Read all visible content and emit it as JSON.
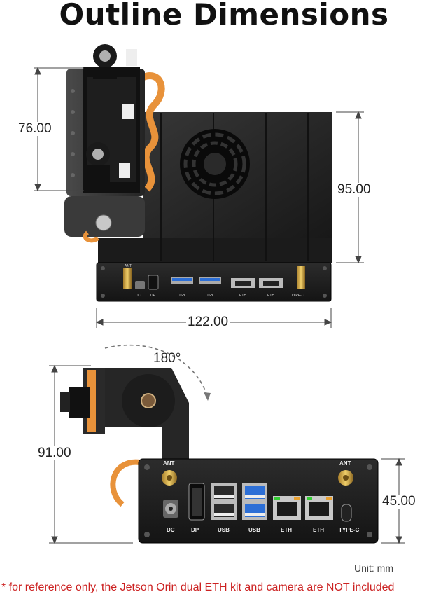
{
  "title": "Outline Dimensions",
  "dimensions": {
    "top_height_bracket": "76.00",
    "top_height_box": "95.00",
    "top_width": "122.00",
    "rotation": "180°",
    "bottom_height_total": "91.00",
    "bottom_height_box": "45.00"
  },
  "ports_top": [
    "ANT",
    "DC",
    "DP",
    "USB",
    "USB",
    "ETH",
    "ETH",
    "TYPE-C"
  ],
  "ports_bottom": {
    "ant_left": "ANT",
    "ant_right": "ANT",
    "dc": "DC",
    "dp": "DP",
    "usb1": "USB",
    "usb2": "USB",
    "eth1": "ETH",
    "eth2": "ETH",
    "typec": "TYPE-C"
  },
  "unit": "Unit: mm",
  "footnote": "* for reference only, the Jetson Orin dual ETH kit and camera are NOT included",
  "colors": {
    "case": "#1a1a1a",
    "accent_usb": "#2d6fd6",
    "footnote": "#cc2222",
    "flex_cable": "#e8923a"
  }
}
